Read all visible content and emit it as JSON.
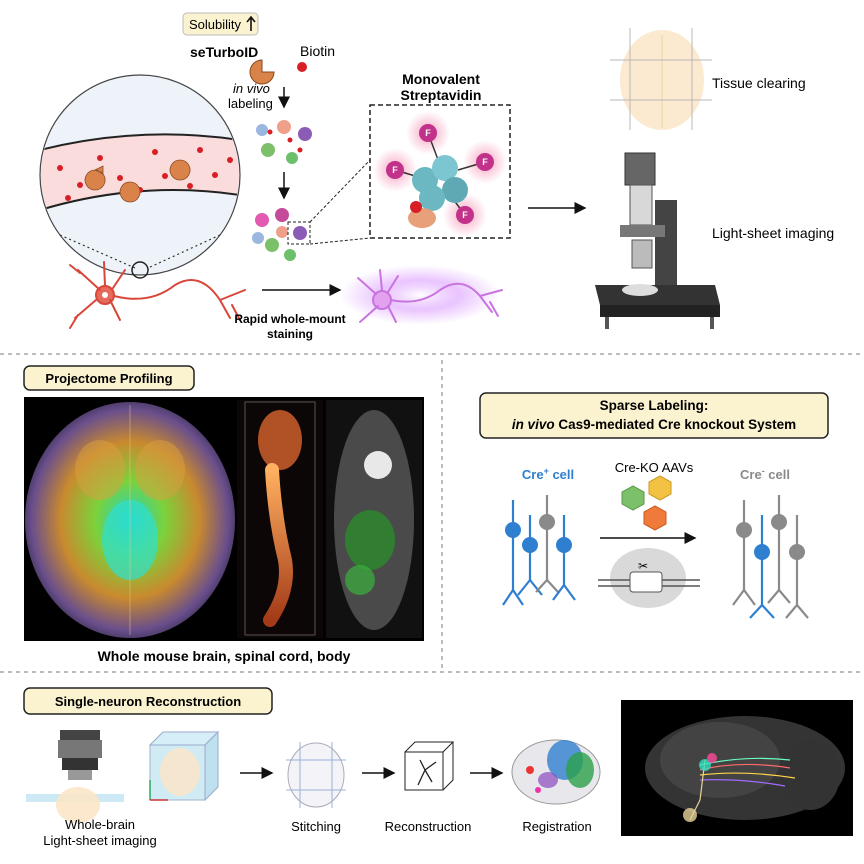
{
  "top": {
    "solubility": "Solubility",
    "seturboid": "seTurboID",
    "biotin": "Biotin",
    "in_vivo": "in vivo",
    "labeling": "labeling",
    "monovalent": "Monovalent",
    "streptavidin": "Streptavidin",
    "fluor": "F",
    "rapid_1": "Rapid whole-mount",
    "rapid_2": "staining",
    "tissue_clearing": "Tissue clearing",
    "light_sheet": "Light-sheet imaging"
  },
  "projectome": {
    "title": "Projectome Profiling",
    "caption": "Whole mouse brain, spinal cord, body"
  },
  "sparse": {
    "title_1": "Sparse Labeling:",
    "title_2_em": "in vivo",
    "title_2_rest": " Cas9-mediated Cre knockout System",
    "cre_pos_base": "Cre",
    "cre_pos_sup": "+",
    "cre_pos_rest": " cell",
    "aavs": "Cre-KO AAVs",
    "cre_neg_base": "Cre",
    "cre_neg_sup": "-",
    "cre_neg_rest": " cell"
  },
  "recon": {
    "title": "Single-neuron Reconstruction",
    "step1_1": "Whole-brain",
    "step1_2": "Light-sheet imaging",
    "step2": "Stitching",
    "step3": "Reconstruction",
    "step4": "Registration"
  },
  "colors": {
    "tag_fill": "#fbf3cf",
    "cre_pos": "#2f7fd0",
    "cre_neg": "#8a8a8a",
    "neuron_red": "#d9463a",
    "streptavidin": "#6bb8c2",
    "fluor": "#c2318a"
  }
}
